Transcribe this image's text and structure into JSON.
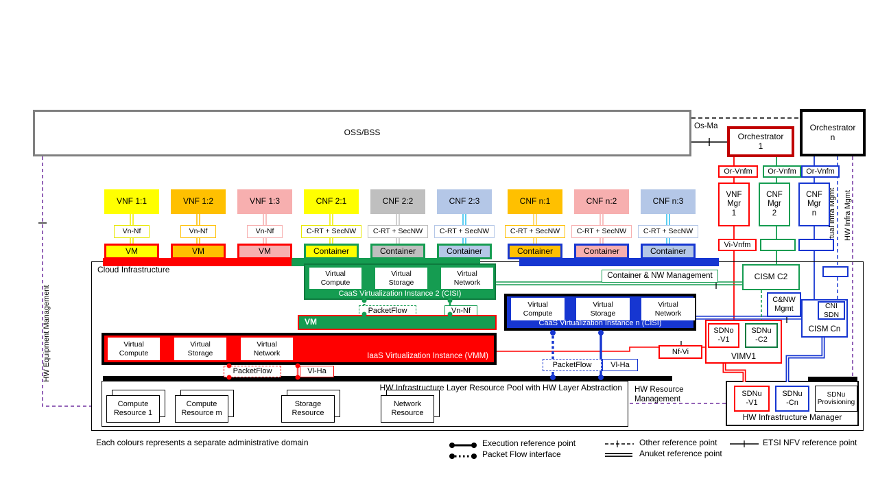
{
  "colors": {
    "red": "#FF0000",
    "dark_red": "#C00000",
    "green": "#159C51",
    "blue": "#1636D1",
    "cyan": "#33C1F0",
    "purple": "#7030A0",
    "yellow": "#FFFF00",
    "orange": "#FFC000",
    "pink": "#F7AFAF",
    "gray": "#BFBFBF",
    "light_blue": "#B4C7E7",
    "oss_border": "#7F7F7F"
  },
  "oss": {
    "label": "OSS/BSS"
  },
  "os_ma": "Os-Ma",
  "orchestrator_1": "Orchestrator\n1",
  "orchestrator_n": "Orchestrator\nn",
  "mgmt_chain": {
    "or_vnfm_red": "Or-Vnfm",
    "or_vnfm_green": "Or-Vnfm",
    "or_vnfm_blue": "Or-Vnfm",
    "vnf_mgr_1": "VNF\nMgr\n1",
    "cnf_mgr_2": "CNF\nMgr\n2",
    "cnf_mgr_n": "CNF\nMgr\nn",
    "vi_vnfm": "Vi-Vnfm"
  },
  "side_labels": {
    "virtual_infra": "Virtual Infra Mgmt",
    "hw_infra": "HW Infra Mgmt",
    "hw_equipment": "HW Equipment Management",
    "hw_resource": "HW Resource\nManagement"
  },
  "columns": [
    {
      "label": "VNF 1:1",
      "fill": "#FFFF00",
      "line": "#F0F000",
      "accent": "#E8E800",
      "mid": "Vn-Nf",
      "vm": "VM",
      "vm_border": "#FF0000"
    },
    {
      "label": "VNF 1:2",
      "fill": "#FFC000",
      "line": "#FFC000",
      "accent": "#FFC000",
      "mid": "Vn-Nf",
      "vm": "VM",
      "vm_border": "#FF0000"
    },
    {
      "label": "VNF 1:3",
      "fill": "#F7AFAF",
      "line": "#F7AFAF",
      "accent": "#F7AFAF",
      "mid": "Vn-Nf",
      "vm": "VM",
      "vm_border": "#FF0000"
    },
    {
      "label": "CNF 2:1",
      "fill": "#FFFF00",
      "line": "#F0F000",
      "accent": "#E8E800",
      "mid": "C-RT + SecNW",
      "vm": "Container",
      "vm_border": "#159C51"
    },
    {
      "label": "CNF 2:2",
      "fill": "#BFBFBF",
      "line": "#C4C4C4",
      "accent": "#BFBFBF",
      "mid": "C-RT + SecNW",
      "vm": "Container",
      "vm_border": "#159C51"
    },
    {
      "label": "CNF 2:3",
      "fill": "#B4C7E7",
      "line": "#33C1F0",
      "accent": "#B4C7E7",
      "mid": "C-RT + SecNW",
      "vm": "Container",
      "vm_border": "#159C51"
    },
    {
      "label": "CNF n:1",
      "fill": "#FFC000",
      "line": "#FFD24D",
      "accent": "#FFC000",
      "mid": "C-RT + SecNW",
      "vm": "Container",
      "vm_border": "#1636D1"
    },
    {
      "label": "CNF n:2",
      "fill": "#F7AFAF",
      "line": "#F7AFAF",
      "accent": "#F7AFAF",
      "mid": "C-RT + SecNW",
      "vm": "Container",
      "vm_border": "#1636D1"
    },
    {
      "label": "CNF n:3",
      "fill": "#B4C7E7",
      "line": "#33C1F0",
      "accent": "#B4C7E7",
      "mid": "C-RT + SecNW",
      "vm": "Container",
      "vm_border": "#1636D1"
    }
  ],
  "cloud": {
    "title": "Cloud  Infrastructure"
  },
  "caas2": {
    "title": "CaaS Virtualization Instance 2 (CISI)",
    "cells": [
      "Virtual\nCompute",
      "Virtual\nStorage",
      "Virtual\nNetwork"
    ],
    "packetflow": "PacketFlow",
    "vn_nf": "Vn-Nf"
  },
  "vm_bar": {
    "label": "VM"
  },
  "iaas": {
    "title": "IaaS Virtualization Instance (VMM)",
    "cells": [
      "Virtual\nCompute",
      "Virtual\nStorage",
      "Virtual\nNetwork"
    ],
    "packetflow": "PacketFlow",
    "vl_ha": "Vl-Ha"
  },
  "caasn": {
    "title": "CaaS Virtualization Instance n (CISI)",
    "cells": [
      "Virtual\nCompute",
      "Virtual\nStorage",
      "Virtual\nNetwork"
    ],
    "packetflow": "PacketFlow",
    "vl_ha": "Vl-Ha"
  },
  "hw_pool": {
    "title": "HW Infrastructure Layer Resource Pool with HW Layer Abstraction",
    "resources": [
      "Compute\nResource 1",
      "Compute\nResource m",
      "Storage\nResource",
      "Network\nResource"
    ]
  },
  "right": {
    "container_nw": "Container & NW  Management",
    "cism_c2": "CISM C2",
    "cnw_mgmt": "C&NW\nMgmt",
    "cni_sdn": "CNI\nSDN",
    "cism_cn": "CISM Cn",
    "sdno_v1": "SDNo\n-V1",
    "sdnu_c2": "SDNu\n-C2",
    "vim": "VIMV1",
    "nf_vi": "Nf-Vi"
  },
  "hw_mgr": {
    "title": "HW Infrastructure Manager",
    "sdnu_v1": "SDNu\n-V1",
    "sdnu_cn": "SDNu\n-Cn",
    "sdnu_prov": "SDNu\nProvisioning"
  },
  "legend": {
    "note": "Each colours represents a separate administrative domain",
    "items": [
      "Execution reference point",
      "Packet Flow interface",
      "Other reference point",
      "Anuket reference point",
      "ETSI NFV reference point"
    ]
  }
}
